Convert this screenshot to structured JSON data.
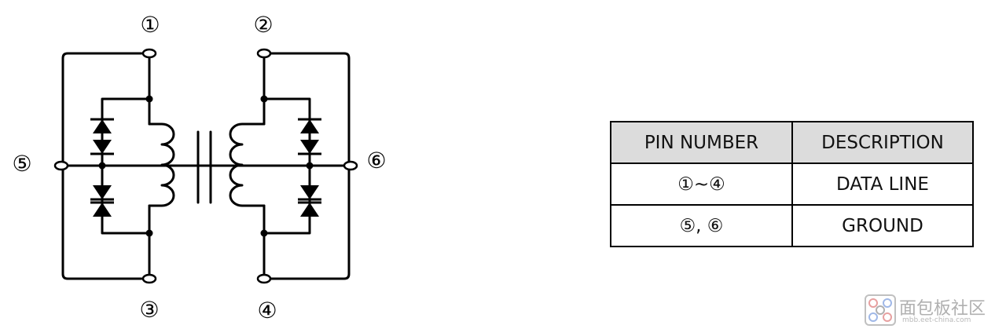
{
  "pins": {
    "p1": "①",
    "p2": "②",
    "p3": "③",
    "p4": "④",
    "p5": "⑤",
    "p6": "⑥"
  },
  "table": {
    "headers": [
      "PIN NUMBER",
      "DESCRIPTION"
    ],
    "rows": [
      [
        "①~④",
        "DATA LINE"
      ],
      [
        "⑤, ⑥",
        "GROUND"
      ]
    ]
  },
  "watermark": {
    "text": "面包板社区",
    "subtext": "mbb.eet-china.com",
    "icon": "watermark-logo-icon"
  }
}
